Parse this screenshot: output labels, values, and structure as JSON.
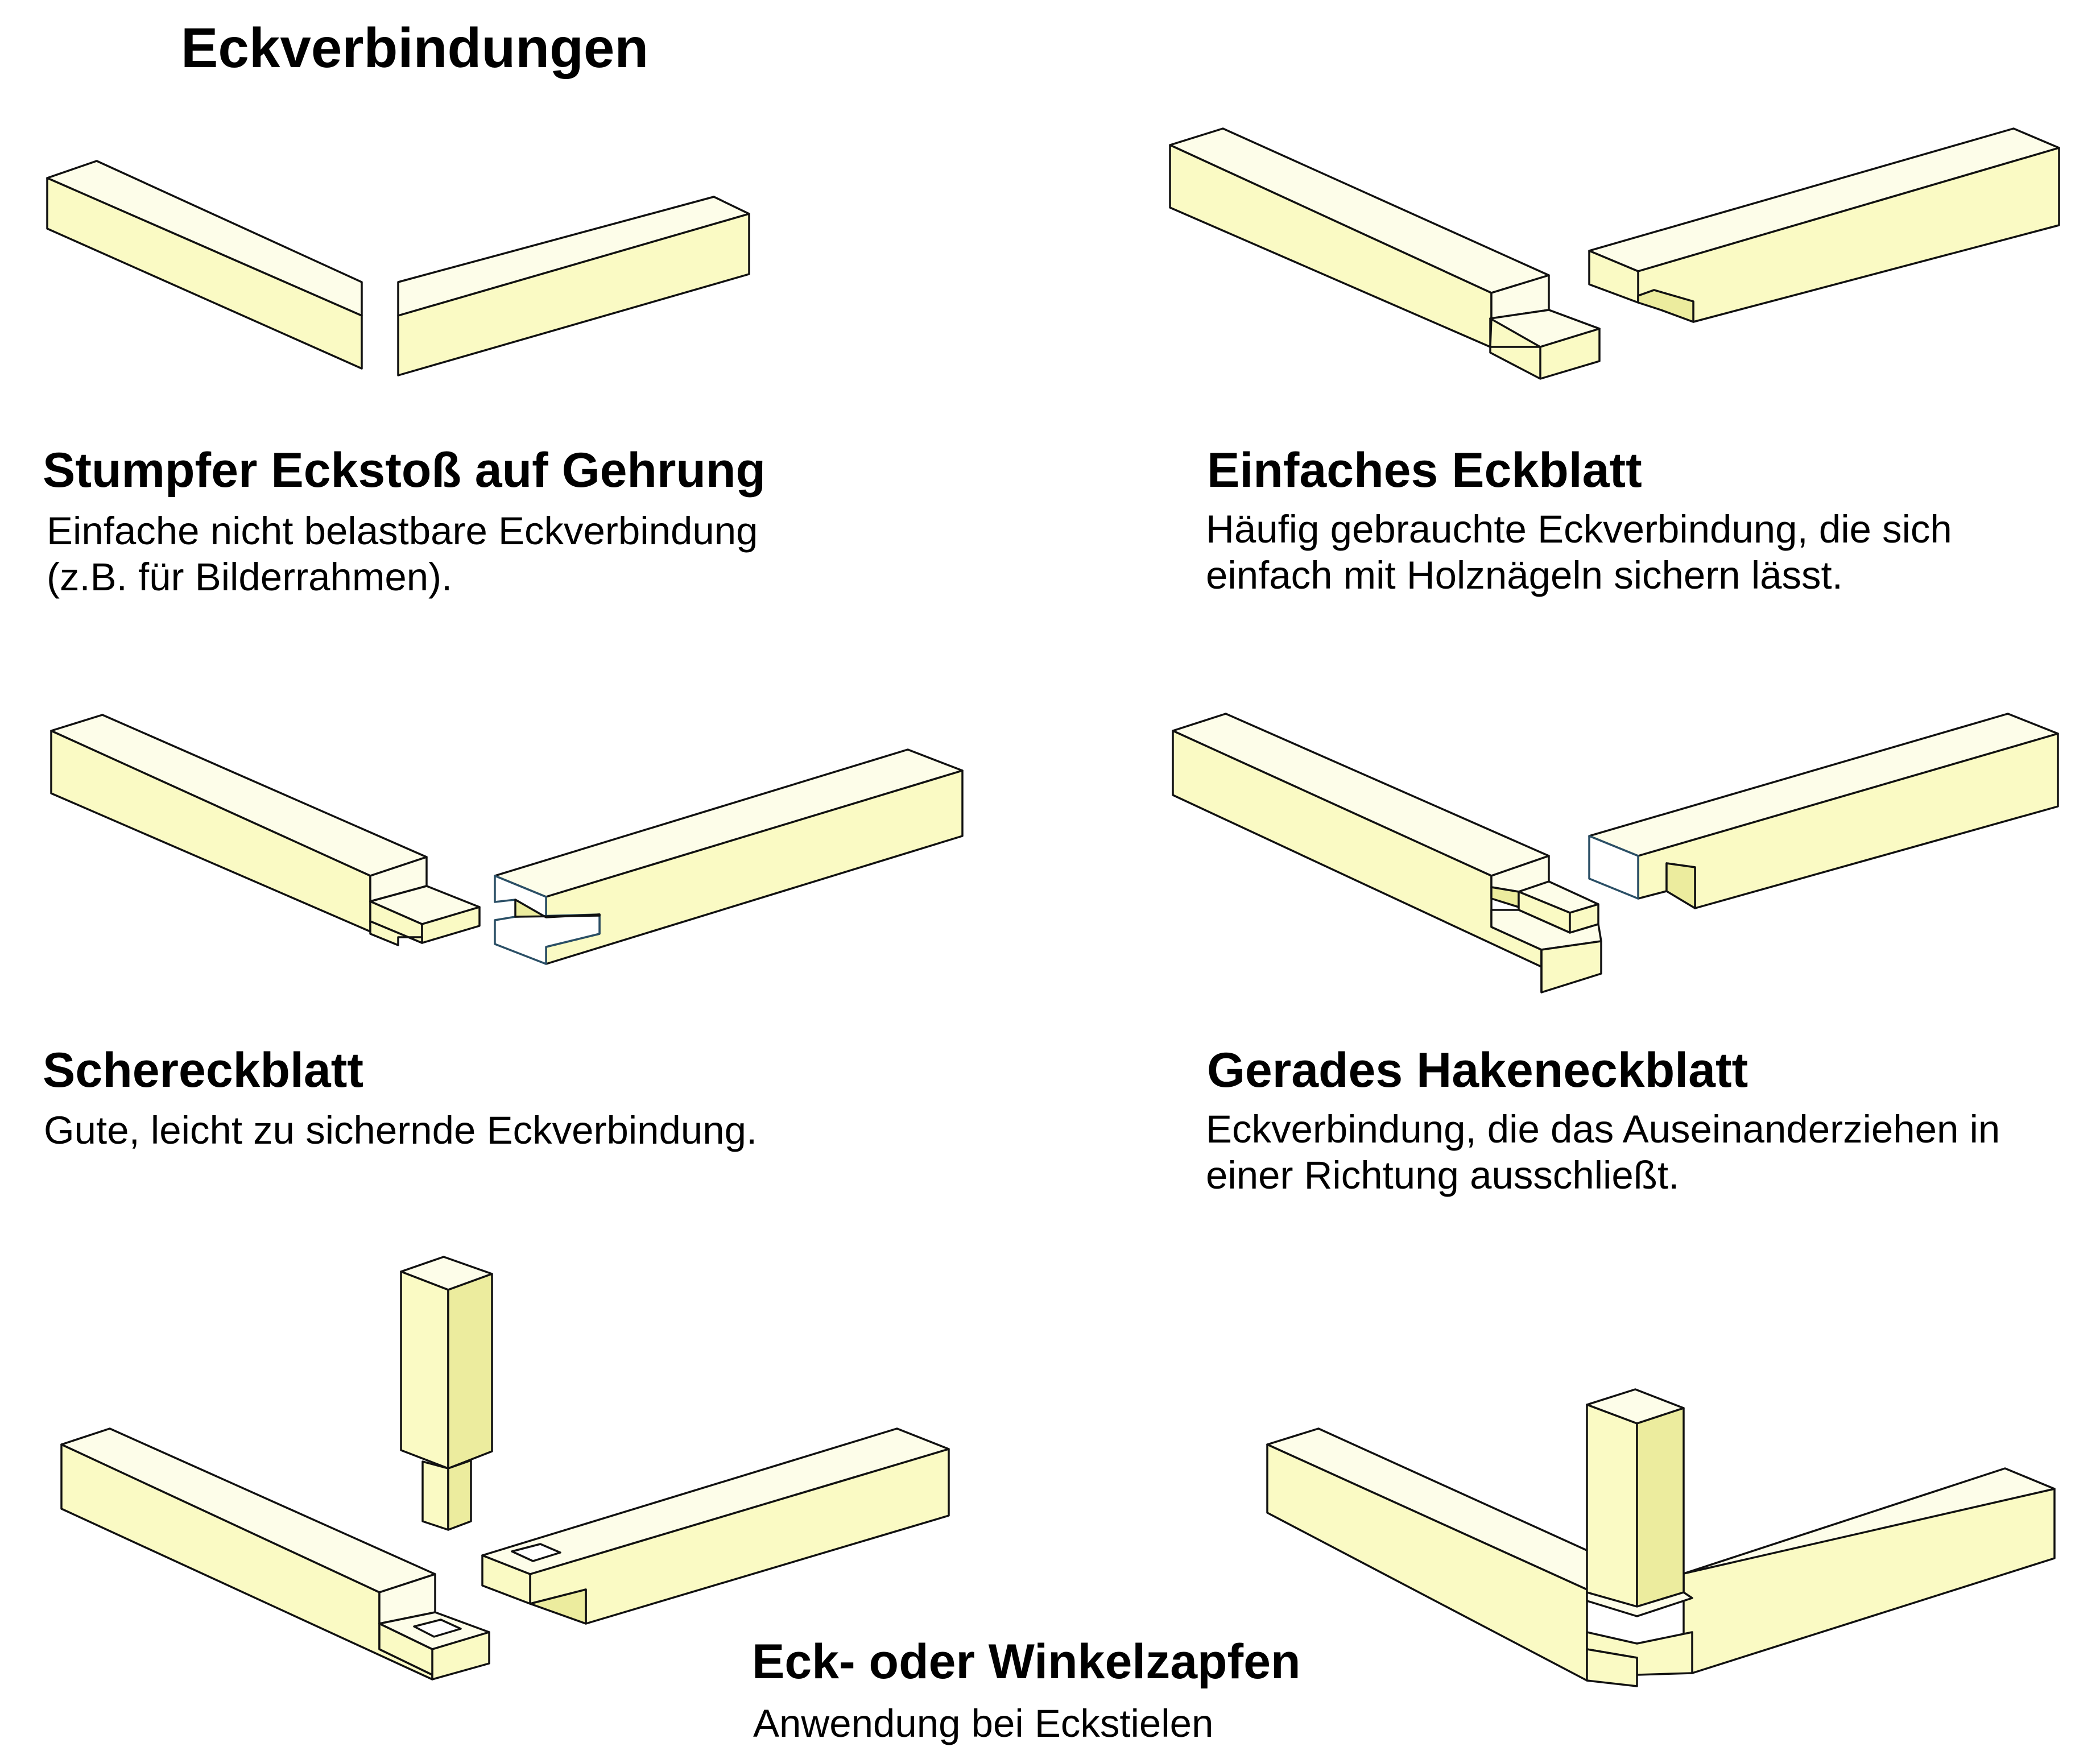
{
  "title": "Eckverbindungen",
  "colors": {
    "wood_top": "#fdfde9",
    "wood_side": "#fafac4",
    "wood_dark": "#ecec9e",
    "outline": "#111111",
    "cut_outline": "#2a4f66"
  },
  "joints": [
    {
      "name": "Stumpfer Eckstoß auf Gehrung",
      "description": [
        "Einfache nicht belastbare Eckverbindung",
        "(z.B. für Bilderrahmen)."
      ]
    },
    {
      "name": "Einfaches Eckblatt",
      "description": [
        "Häufig gebrauchte Eckverbindung, die sich",
        "einfach mit Holznägeln sichern lässt."
      ]
    },
    {
      "name": "Schereckblatt",
      "description": [
        "Gute, leicht zu sichernde Eckverbindung."
      ]
    },
    {
      "name": "Gerades Hakeneckblatt",
      "description": [
        "Eckverbindung, die das Auseinanderziehen in",
        "einer Richtung ausschließt."
      ]
    },
    {
      "name": "Eck- oder Winkelzapfen",
      "description": [
        "Anwendung bei Eckstielen"
      ]
    }
  ]
}
